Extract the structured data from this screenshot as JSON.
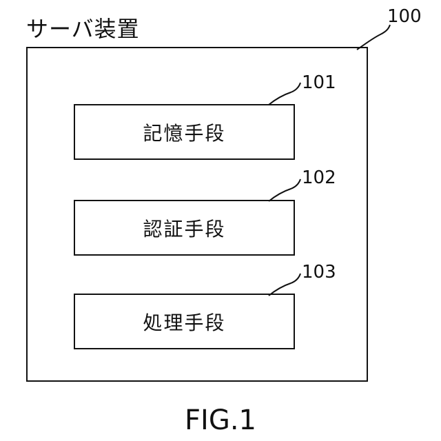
{
  "diagram": {
    "title": "サーバ装置",
    "outer_ref": "100",
    "blocks": [
      {
        "ref": "101",
        "label": "記憶手段"
      },
      {
        "ref": "102",
        "label": "認証手段"
      },
      {
        "ref": "103",
        "label": "処理手段"
      }
    ],
    "caption": "FIG.1"
  }
}
